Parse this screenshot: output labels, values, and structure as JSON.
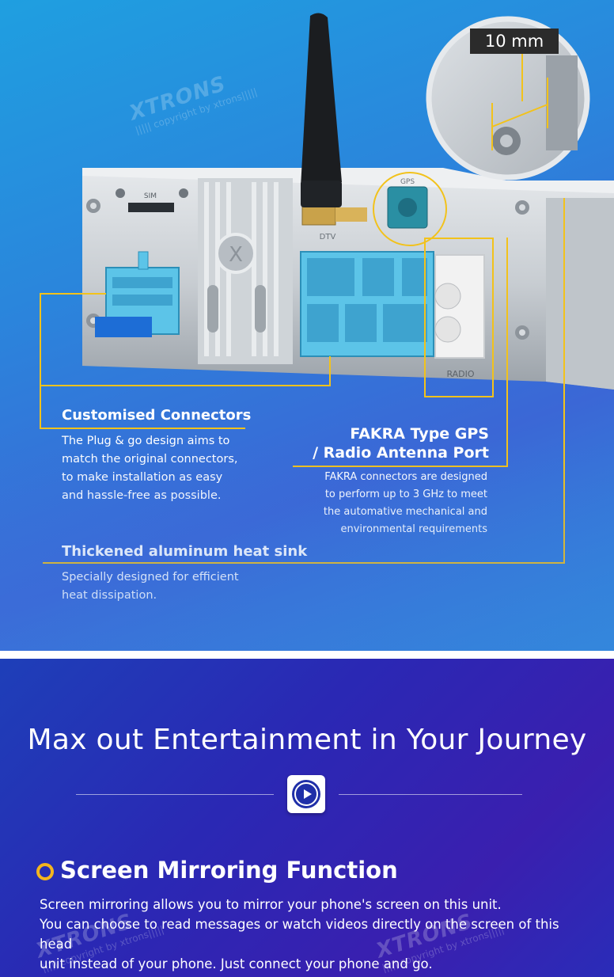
{
  "watermark": {
    "brand": "XTRONS",
    "copyright": "||||| copyright by xtrons|||||"
  },
  "device": {
    "measure_label": "10 mm",
    "port_labels": {
      "sim": "SIM",
      "gps": "GPS",
      "dtv": "DTV",
      "radio": "RADIO"
    }
  },
  "callouts": {
    "connectors": {
      "title": "Customised Connectors",
      "lines": [
        "The Plug & go design aims to",
        "match the original connectors,",
        "to make installation as easy",
        "and hassle-free as possible."
      ]
    },
    "fakra": {
      "title_lines": [
        "FAKRA Type GPS",
        "/ Radio Antenna Port"
      ],
      "lines": [
        "FAKRA connectors are designed",
        "to perform up to 3 GHz to meet",
        "the automative mechanical and",
        "environmental requirements"
      ]
    },
    "heatsink": {
      "title": "Thickened aluminum heat sink",
      "lines": [
        "Specially designed for efficient",
        "heat dissipation."
      ]
    }
  },
  "section2": {
    "title": "Max out Entertainment in Your Journey",
    "feature_title": "Screen Mirroring Function",
    "feature_lines": [
      "Screen mirroring allows you to mirror your phone's screen on this unit.",
      "You can choose to read messages or watch videos directly on the screen of this head",
      "unit instead of your phone. Just connect your phone and go."
    ]
  },
  "colors": {
    "accent_yellow": "#f2c21b",
    "ring_orange": "#f4b51d",
    "connector_blue": "#5cc4e8"
  }
}
